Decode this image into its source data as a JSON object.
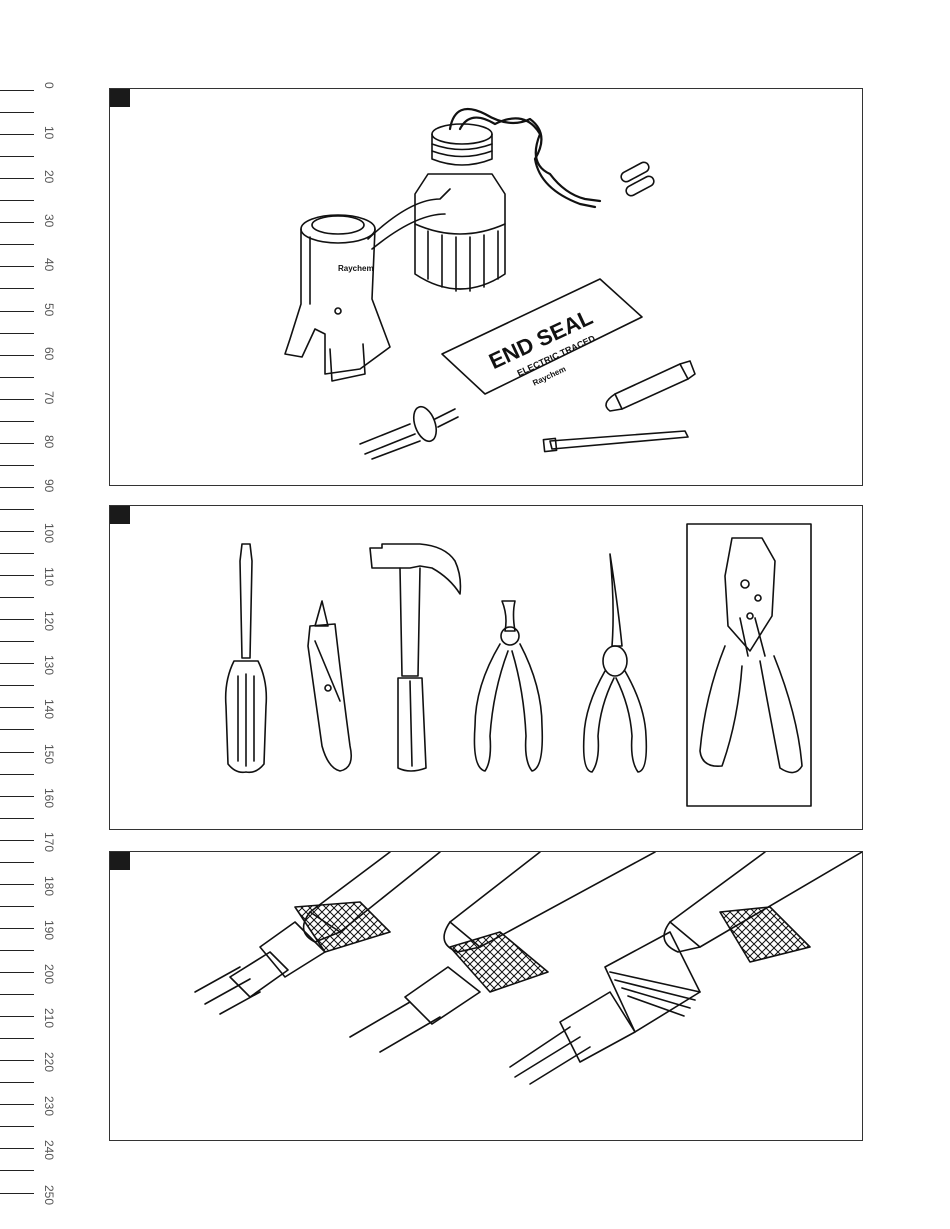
{
  "ruler": {
    "labels": [
      "0",
      "10",
      "20",
      "30",
      "40",
      "50",
      "60",
      "70",
      "80",
      "90",
      "100",
      "110",
      "120",
      "130",
      "140",
      "150",
      "160",
      "170",
      "180",
      "190",
      "200",
      "210",
      "220",
      "230",
      "240",
      "250"
    ]
  },
  "panel1": {
    "label_main": "END SEAL",
    "label_sub": "ELECTRIC TRACED",
    "label_brand": "Raychem",
    "tool_brand": "Raychem"
  }
}
